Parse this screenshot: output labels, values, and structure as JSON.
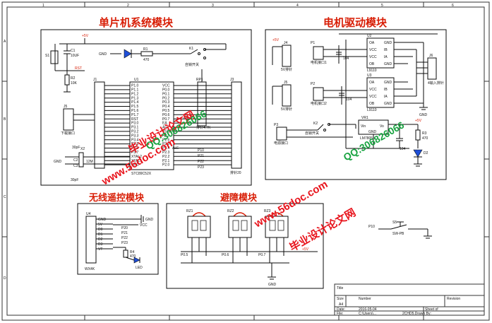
{
  "titles": {
    "mcu": "单片机系统模块",
    "motor": "电机驱动模块",
    "wireless": "无线遥控模块",
    "avoid": "避障模块"
  },
  "frame": {
    "top_marks": [
      "1",
      "2",
      "3",
      "4",
      "5",
      "6"
    ],
    "side_marks": [
      "A",
      "B",
      "C",
      "D"
    ]
  },
  "mcu": {
    "power": "+5V",
    "gnd": "GND",
    "reset_label": "RST",
    "s1": "S1",
    "c1": "C1",
    "c1_val": "10UF",
    "r2": "R2",
    "r2_val": "10K",
    "r1": "R1",
    "r1_val": "470",
    "k1": "K1",
    "k1_label": "自锁开关",
    "rp1": "RP1",
    "j1": "J1",
    "j3": "J3",
    "j3_label": "排针20",
    "j4_label": "排针4.7K",
    "j5": "J5",
    "j5_label": "下载接口",
    "u1": "U1",
    "u1_name": "STC89C52X",
    "x2": "X2",
    "x2_val": "12M",
    "c2_val": "30pF",
    "c3_val": "30pF",
    "c2": "C2",
    "c3": "C3",
    "ea": "EA",
    "ale": "ALE",
    "left_pins": [
      "P1.0",
      "P1.1",
      "P1.2",
      "P1.3",
      "P1.4",
      "P1.5",
      "P1.6",
      "P1.7",
      "RST",
      "P3.0",
      "P3.1",
      "P3.2",
      "P3.3",
      "P3.4",
      "P3.5",
      "P3.6",
      "P3.7",
      "XTAL2",
      "XTAL1",
      "GND"
    ],
    "right_pins": [
      "VCC",
      "P0.0",
      "P0.1",
      "P0.2",
      "P0.3",
      "P0.4",
      "P0.5",
      "P0.6",
      "P0.7",
      "EA",
      "ALE",
      "PSEN",
      "P2.7",
      "P2.6",
      "P2.5",
      "P2.4",
      "P2.3",
      "P2.2",
      "P2.1",
      "P2.0"
    ],
    "p2_labels": [
      "P10",
      "P21",
      "P22",
      "P23"
    ]
  },
  "motor": {
    "power": "+5V",
    "p1": "P1",
    "p1_label": "电机接口1",
    "p2": "P2",
    "p2_label": "电机接口2",
    "c6_val": "104",
    "c7_val": "104",
    "j4": "J4",
    "j4_label": "5V排针",
    "j5": "J5",
    "j5_label": "5V排针",
    "j6": "J6",
    "j6_label": "4输入排针",
    "u2": "U2",
    "u2_name": "L9110",
    "u3": "U3",
    "u3_name": "L9110",
    "chip_left": [
      "OA",
      "VCC",
      "VCC",
      "OB"
    ],
    "chip_right": [
      "GND",
      "IB",
      "IA",
      "GND"
    ],
    "k2": "K2",
    "k2_label": "自锁开关",
    "p3": "P3",
    "p3_label": "电源接口",
    "vr1": "VR1",
    "vr1_name": "LM7805",
    "vr_vin": "Vin",
    "vr_vout": "Vo",
    "vr_gnd": "GND",
    "c8_val": "104",
    "r3": "R3",
    "r3_val": "470",
    "d2": "D2",
    "gnd": "GND"
  },
  "wireless": {
    "u4": "U4",
    "u4_name": "WX4K",
    "pins": [
      "GND",
      "5V",
      "D0",
      "D1",
      "D2",
      "D3",
      "VT"
    ],
    "nets": [
      "P20",
      "P21",
      "P22",
      "P23"
    ],
    "vcc": "VCC",
    "gnd": "GND",
    "r4": "R4",
    "r4_val": "470",
    "led": "LED"
  },
  "avoid": {
    "sensors": [
      {
        "ref": "RZ1",
        "net": "P0.5"
      },
      {
        "ref": "RZ2",
        "net": "P0.6"
      },
      {
        "ref": "RZ3",
        "net": "P0.7"
      }
    ],
    "power": "+5V",
    "gnd": "GND"
  },
  "switch": {
    "ref": "S5",
    "net": "P10",
    "name": "SW-PB"
  },
  "title_block": {
    "title": "Title",
    "size_label": "Size",
    "size_val": "A4",
    "number_label": "Number",
    "revision_label": "Revision",
    "date_label": "Date:",
    "date_val": "2016-05-04",
    "sheet_label": "Sheet   of",
    "file_label": "File:",
    "file_val": "C:\\Users\\...",
    "drawn_label": "2CHD5.Drawn By:"
  },
  "watermarks": {
    "cn": "毕业设计论文网",
    "site": "www.56doc.com",
    "qq": "QQ:306826066"
  }
}
